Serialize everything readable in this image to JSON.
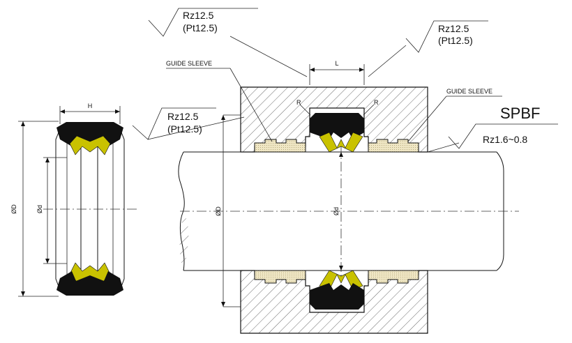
{
  "drawing_label": "SPBF",
  "finish_main": "Rz1.6~0.8",
  "finish_rz": "Rz12.5",
  "finish_pt": "(Pt12.5)",
  "guide_sleeve": "GUIDE SLEEVE",
  "dims": {
    "height": "H",
    "outer_dia": "ØD",
    "inner_dia": "Ød",
    "groove_length": "L",
    "radius": "R"
  },
  "colors": {
    "seal_body": "#111111",
    "seal_core": "#c9c200",
    "guide_sleeve": "#efe6c4"
  }
}
